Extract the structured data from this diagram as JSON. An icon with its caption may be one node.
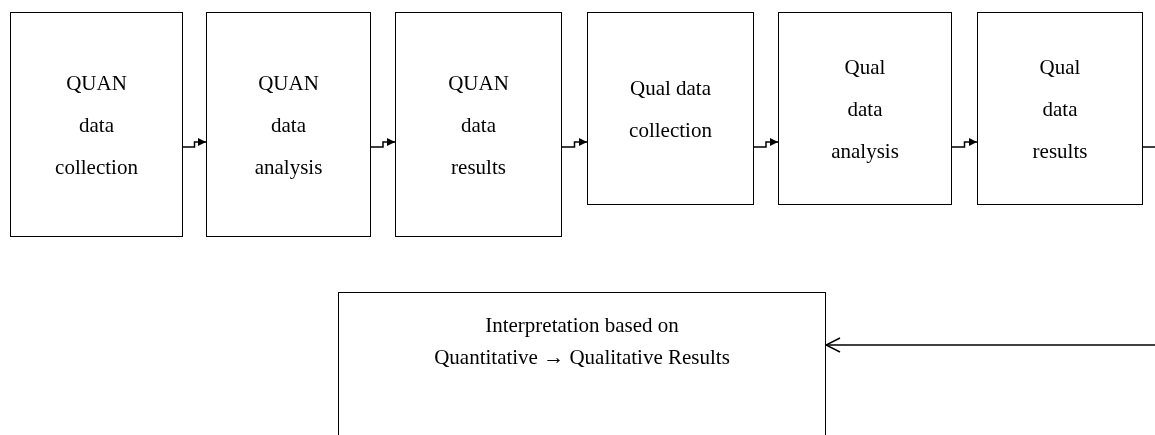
{
  "diagram": {
    "nodes": [
      {
        "text": [
          "QUAN data collection"
        ]
      },
      {
        "text": [
          "QUAN data analysis"
        ]
      },
      {
        "text": [
          "QUAN data results"
        ]
      },
      {
        "text": [
          "Qual data collection"
        ]
      },
      {
        "text": [
          "Qual data analysis"
        ]
      },
      {
        "text": [
          "Qual data results"
        ]
      },
      {
        "text": [
          "Interpretation based on Quantitative → Qualitative Results"
        ]
      }
    ],
    "edges": [
      {
        "from": 0,
        "to": 1,
        "arrow": "to"
      },
      {
        "from": 1,
        "to": 2,
        "arrow": "to"
      },
      {
        "from": 2,
        "to": 3,
        "arrow": "to"
      },
      {
        "from": 3,
        "to": 4,
        "arrow": "to"
      },
      {
        "from": 4,
        "to": 5,
        "arrow": "to"
      },
      {
        "from": 5,
        "to": null,
        "arrow": "none"
      },
      {
        "from": null,
        "to": 6,
        "arrow": "to"
      }
    ]
  }
}
